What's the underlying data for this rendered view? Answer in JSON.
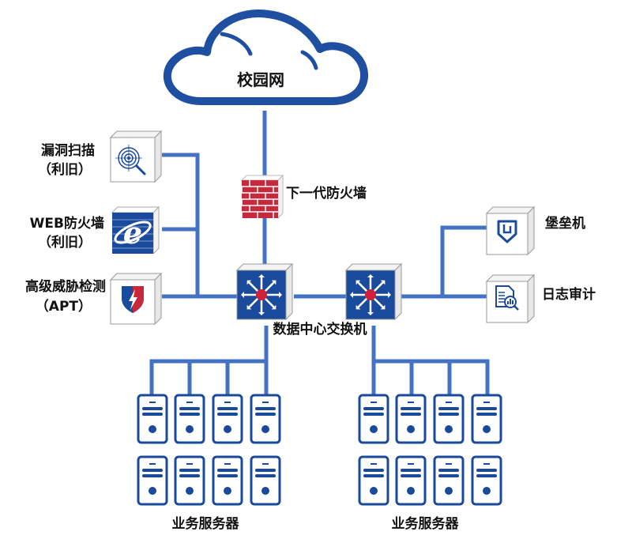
{
  "diagram": {
    "type": "network-topology",
    "colors": {
      "line": "#4472c4",
      "device_blue": "#1a4a9c",
      "cloud": "#1f4fa0",
      "firewall_red": "#c8283c",
      "switch_dot": "#d0203a",
      "box_border": "#9a9a9a"
    },
    "cloud": {
      "label": "校园网",
      "icon": "cloud-icon"
    },
    "next_gen_firewall": {
      "label": "下一代防火墙",
      "icon": "brick-firewall-icon"
    },
    "core_switch": {
      "label": "数据中心交换机",
      "icon": "switch-icon",
      "count": 2
    },
    "left_devices": [
      {
        "label_line1": "漏洞扫描",
        "label_line2": "（利旧）",
        "icon": "vulnerability-scan-icon"
      },
      {
        "label_line1": "WEB防火墙",
        "label_line2": "（利旧）",
        "icon": "web-firewall-icon"
      },
      {
        "label_line1": "高级威胁检测",
        "label_line2": "（APT）",
        "icon": "threat-shield-icon"
      }
    ],
    "right_devices": [
      {
        "label": "堡垒机",
        "icon": "bastion-shield-icon"
      },
      {
        "label": "日志审计",
        "icon": "log-audit-icon"
      }
    ],
    "server_groups": [
      {
        "label": "业务服务器",
        "rows": 2,
        "cols": 4,
        "icon": "server-icon"
      },
      {
        "label": "业务服务器",
        "rows": 2,
        "cols": 4,
        "icon": "server-icon"
      }
    ]
  }
}
